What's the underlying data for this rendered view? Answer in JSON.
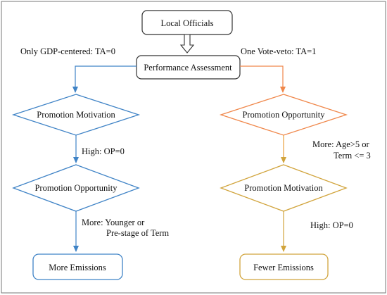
{
  "colors": {
    "border": "#555555",
    "left": "#3f83c6",
    "right": "#f0874a",
    "right_lower": "#d1a43c",
    "text": "#111111"
  },
  "nodes": {
    "local_officials": "Local Officials",
    "performance_assessment": "Performance Assessment",
    "left_promotion_motivation": "Promotion Motivation",
    "left_promotion_opportunity": "Promotion Opportunity",
    "more_emissions": "More Emissions",
    "right_promotion_opportunity": "Promotion Opportunity",
    "right_promotion_motivation": "Promotion Motivation",
    "fewer_emissions": "Fewer Emissions"
  },
  "edges": {
    "left_branch": "Only GDP-centered: TA=0",
    "right_branch": "One Vote-veto: TA=1",
    "left_high": "High: OP=0",
    "left_more_line1": "More: Younger or",
    "left_more_line2": "Pre-stage of Term",
    "right_more_line1": "More: Age>5 or",
    "right_more_line2": "Term <= 3",
    "right_high": "High: OP=0"
  }
}
